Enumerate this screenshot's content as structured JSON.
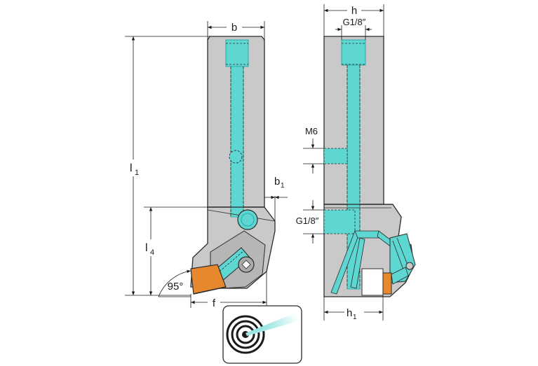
{
  "labels": {
    "b": "b",
    "h": "h",
    "g18_top": "G1/8″",
    "l1_main": "l",
    "l1_sub": "1",
    "b1_main": "b",
    "b1_sub": "1",
    "l4_main": "l",
    "l4_sub": "4",
    "angle": "95°",
    "f": "f",
    "m6": "M6",
    "g18_side": "G1/8″",
    "h1_main": "h",
    "h1_sub": "1"
  },
  "colors": {
    "body": "#c9c9c9",
    "body_dark": "#a9a9a9",
    "coolant": "#5ed6d2",
    "coolant_dark": "#2aa9a4",
    "insert": "#e8882e",
    "outline": "#2b2b2b"
  },
  "icons": {
    "coolant_symbol": "coolant-target-icon"
  }
}
